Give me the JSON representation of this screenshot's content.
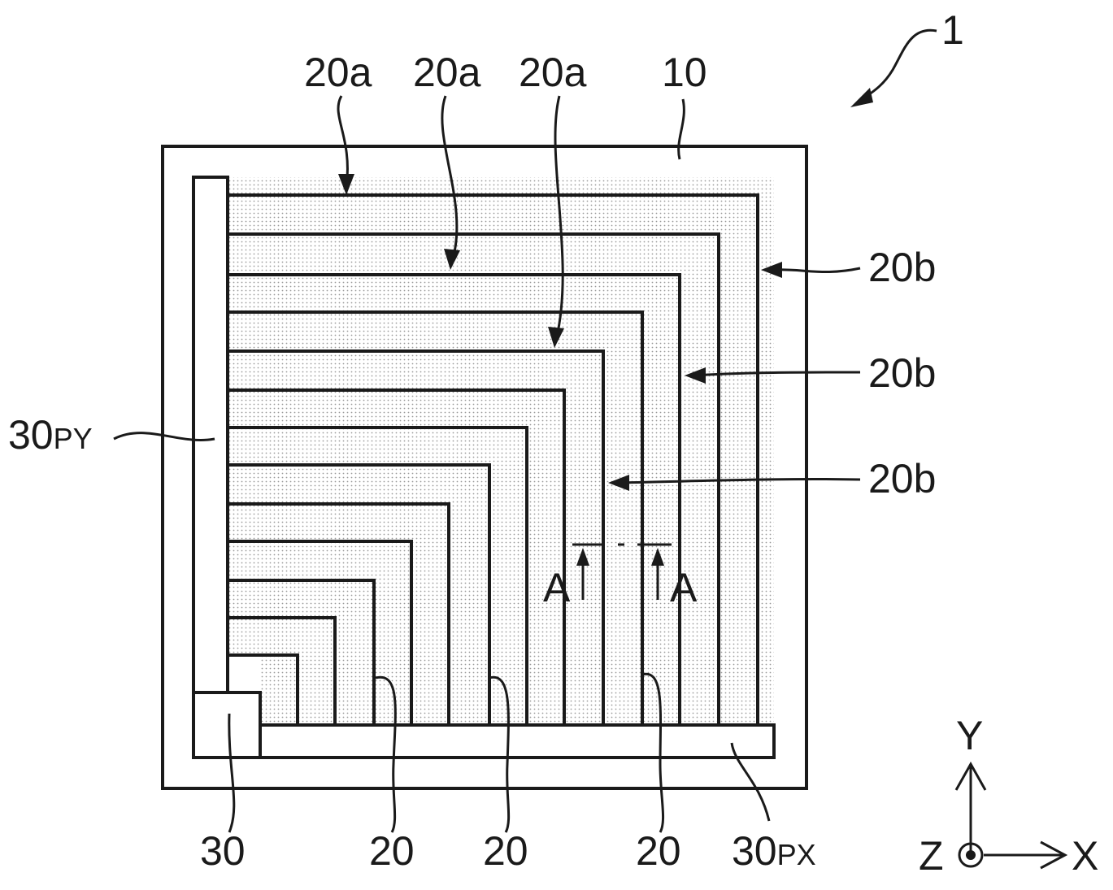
{
  "figure_number": "1",
  "labels": {
    "substrate": "10",
    "fingers": [
      "20a",
      "20a",
      "20a"
    ],
    "bends": [
      "20b",
      "20b",
      "20b"
    ],
    "electrodes": [
      "20",
      "20",
      "20"
    ],
    "pad": "30",
    "pad_y": {
      "main": "30",
      "sub": "PY"
    },
    "pad_x": {
      "main": "30",
      "sub": "PX"
    },
    "section_left": "A",
    "section_right": "A"
  },
  "axes": {
    "y": "Y",
    "x": "X",
    "z": "Z"
  },
  "colors": {
    "line": "#1a1a1a",
    "dot_fill": "#a8a8a8",
    "background": "#ffffff"
  }
}
